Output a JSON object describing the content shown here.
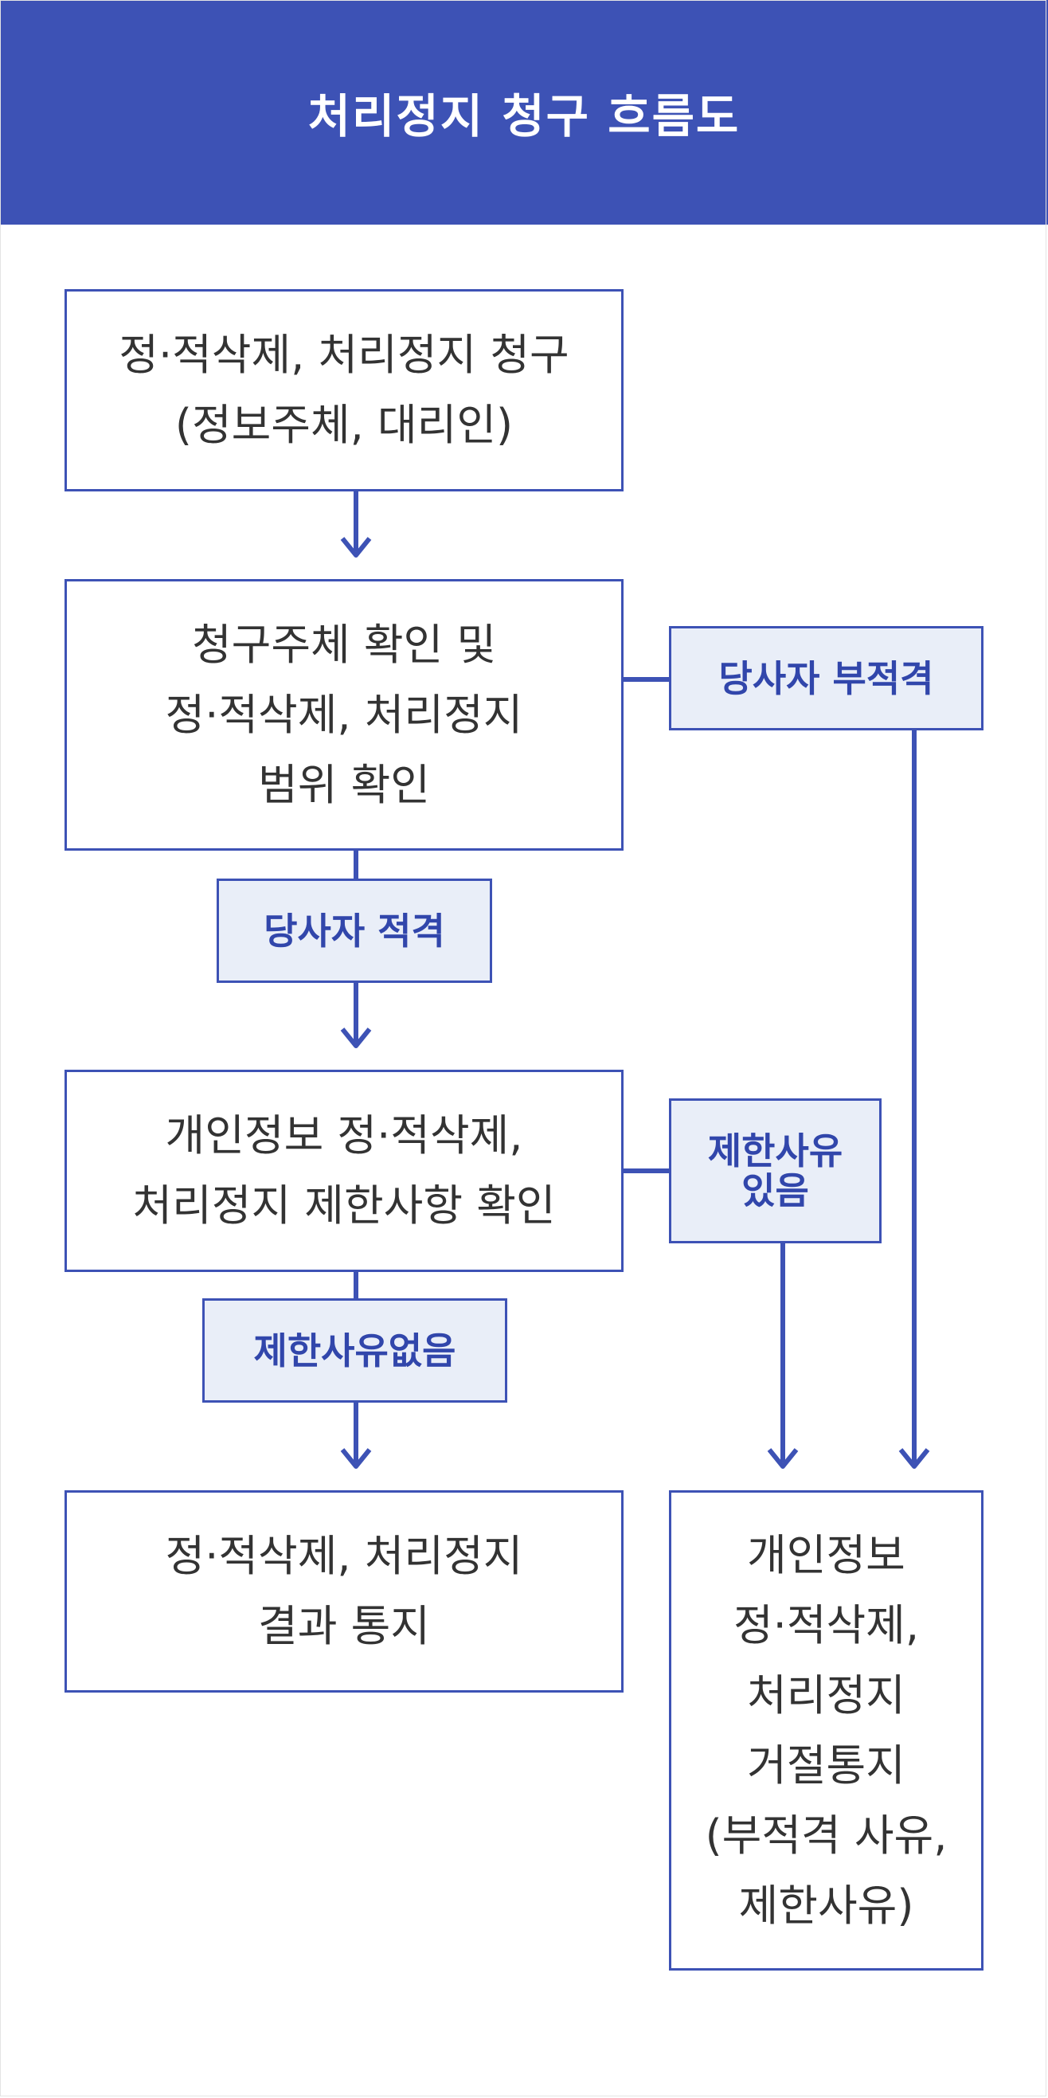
{
  "header": {
    "title": "처리정지 청구 흐름도"
  },
  "colors": {
    "accent": "#3d52b5",
    "label_bg": "#e9eef8",
    "text": "#333333"
  },
  "nodes": {
    "request": {
      "lines": [
        "정·적삭제, 처리정지 청구",
        "(정보주체, 대리인)"
      ]
    },
    "verify": {
      "lines": [
        "청구주체 확인 및",
        "정·적삭제, 처리정지",
        "범위 확인"
      ]
    },
    "restriction_check": {
      "lines": [
        "개인정보 정·적삭제,",
        "처리정지 제한사항 확인"
      ]
    },
    "result_notice": {
      "lines": [
        "정·적삭제, 처리정지",
        "결과 통지"
      ]
    },
    "rejection_notice": {
      "lines": [
        "개인정보",
        "정·적삭제,",
        "처리정지",
        "거절통지",
        "(부적격 사유,",
        "제한사유)"
      ]
    }
  },
  "labels": {
    "ineligible": "당사자 부적격",
    "eligible": "당사자 적격",
    "restriction_exists": [
      "제한사유",
      "있음"
    ],
    "no_restriction": "제한사유없음"
  }
}
